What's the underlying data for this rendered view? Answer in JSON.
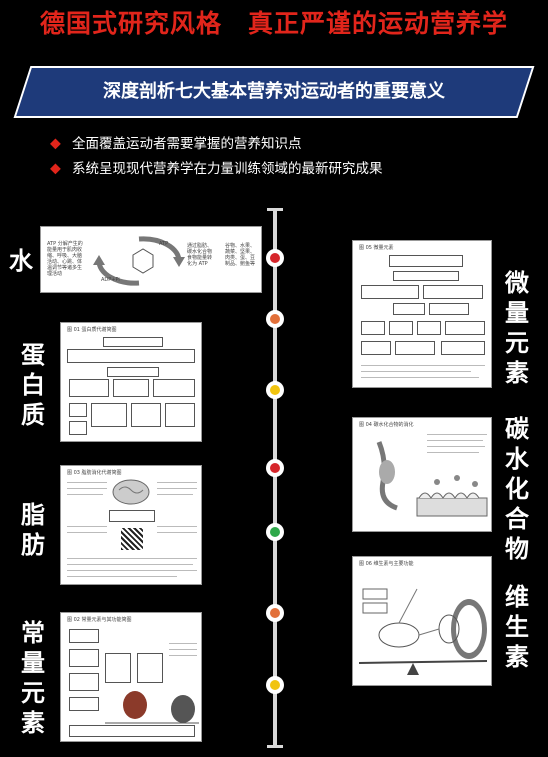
{
  "header": {
    "title": "德国式研究风格　真正严谨的运动营养学"
  },
  "banner": {
    "text": "深度剖析七大基本营养对运动者的重要意义"
  },
  "bullets": [
    "全面覆盖运动者需要掌握的营养知识点",
    "系统呈现现代营养学在力量训练领域的最新研究成果"
  ],
  "timeline": {
    "left_labels": [
      "水",
      "蛋白质",
      "脂肪",
      "常量元素"
    ],
    "right_labels": [
      "微量元素",
      "碳水化合物",
      "维生素"
    ]
  },
  "colors": {
    "title": "#e1251b",
    "banner": "#1e3a7a",
    "node_red": "#d6252b",
    "node_orange": "#e2703a",
    "node_yellow": "#f1c40f",
    "node_green": "#2ea84a"
  },
  "cards": {
    "water": {
      "left": "ATP 分解产生的\n能量用于肌肉收\n缩、呼吸、大脑\n活动、心跳、体\n温调节等诸多生\n理活动",
      "atp": "ATP",
      "adp": "ADP+Pi",
      "mid": "通过脂肪、\n碳水化合物\n食物能量转\n化为 ATP",
      "right": "谷物、水果、\n蔬菜、坚果、\n肉类、蛋、豆\n制品、鲍鱼等"
    },
    "protein": {
      "heading": "图 01  蛋白质代谢简图"
    },
    "fat": {
      "heading": "图 03  脂肪消化代谢简图"
    },
    "macro": {
      "heading": "图 02  常量元素与其功能简图"
    },
    "micro": {
      "heading": "图 05  微量元素"
    },
    "carb": {
      "heading": "图 04  碳水化合物的消化"
    },
    "vitamin": {
      "heading": "图 06  维生素与主要功能"
    }
  }
}
